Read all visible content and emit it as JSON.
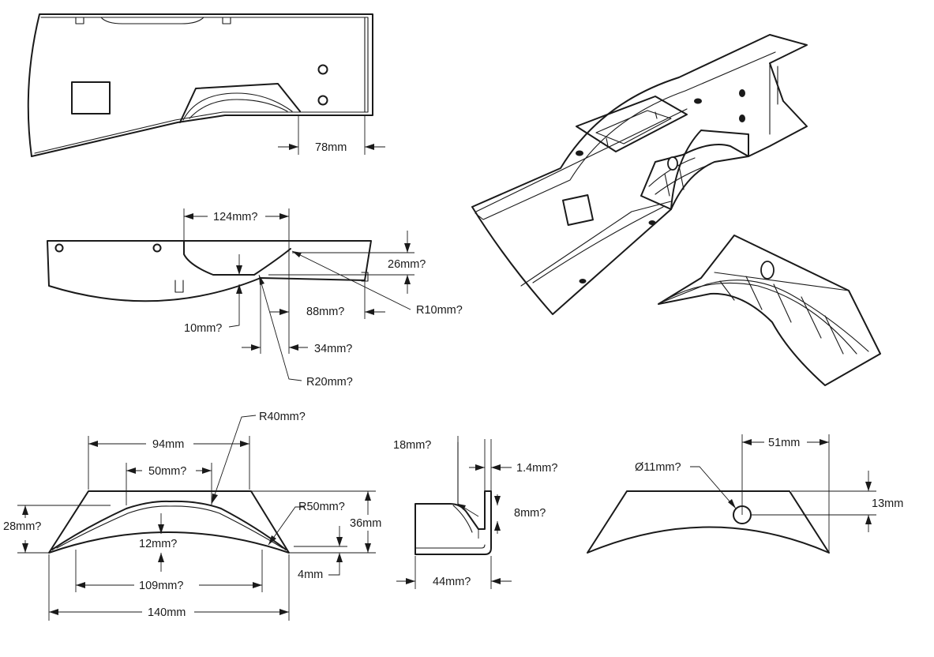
{
  "dimensions": {
    "top_view_width": "78mm",
    "channel_length": "124mm?",
    "channel_depth": "26mm?",
    "offset_88": "88mm?",
    "fillet_r10": "R10mm?",
    "offset_10": "10mm?",
    "offset_34": "34mm?",
    "fillet_r20": "R20mm?",
    "fillet_r40": "R40mm?",
    "top_width_94": "94mm",
    "inner_width_50": "50mm?",
    "fillet_r50": "R50mm?",
    "side_height_28": "28mm?",
    "total_height_36": "36mm",
    "arch_height_12": "12mm?",
    "flange_4": "4mm",
    "arch_width_109": "109mm?",
    "overall_width_140": "140mm",
    "flange_18": "18mm?",
    "thickness_1_4": "1.4mm?",
    "lip_8": "8mm?",
    "depth_44": "44mm?",
    "hole_diameter": "Ø11mm?",
    "hole_offset_51": "51mm",
    "hole_offset_13": "13mm"
  }
}
